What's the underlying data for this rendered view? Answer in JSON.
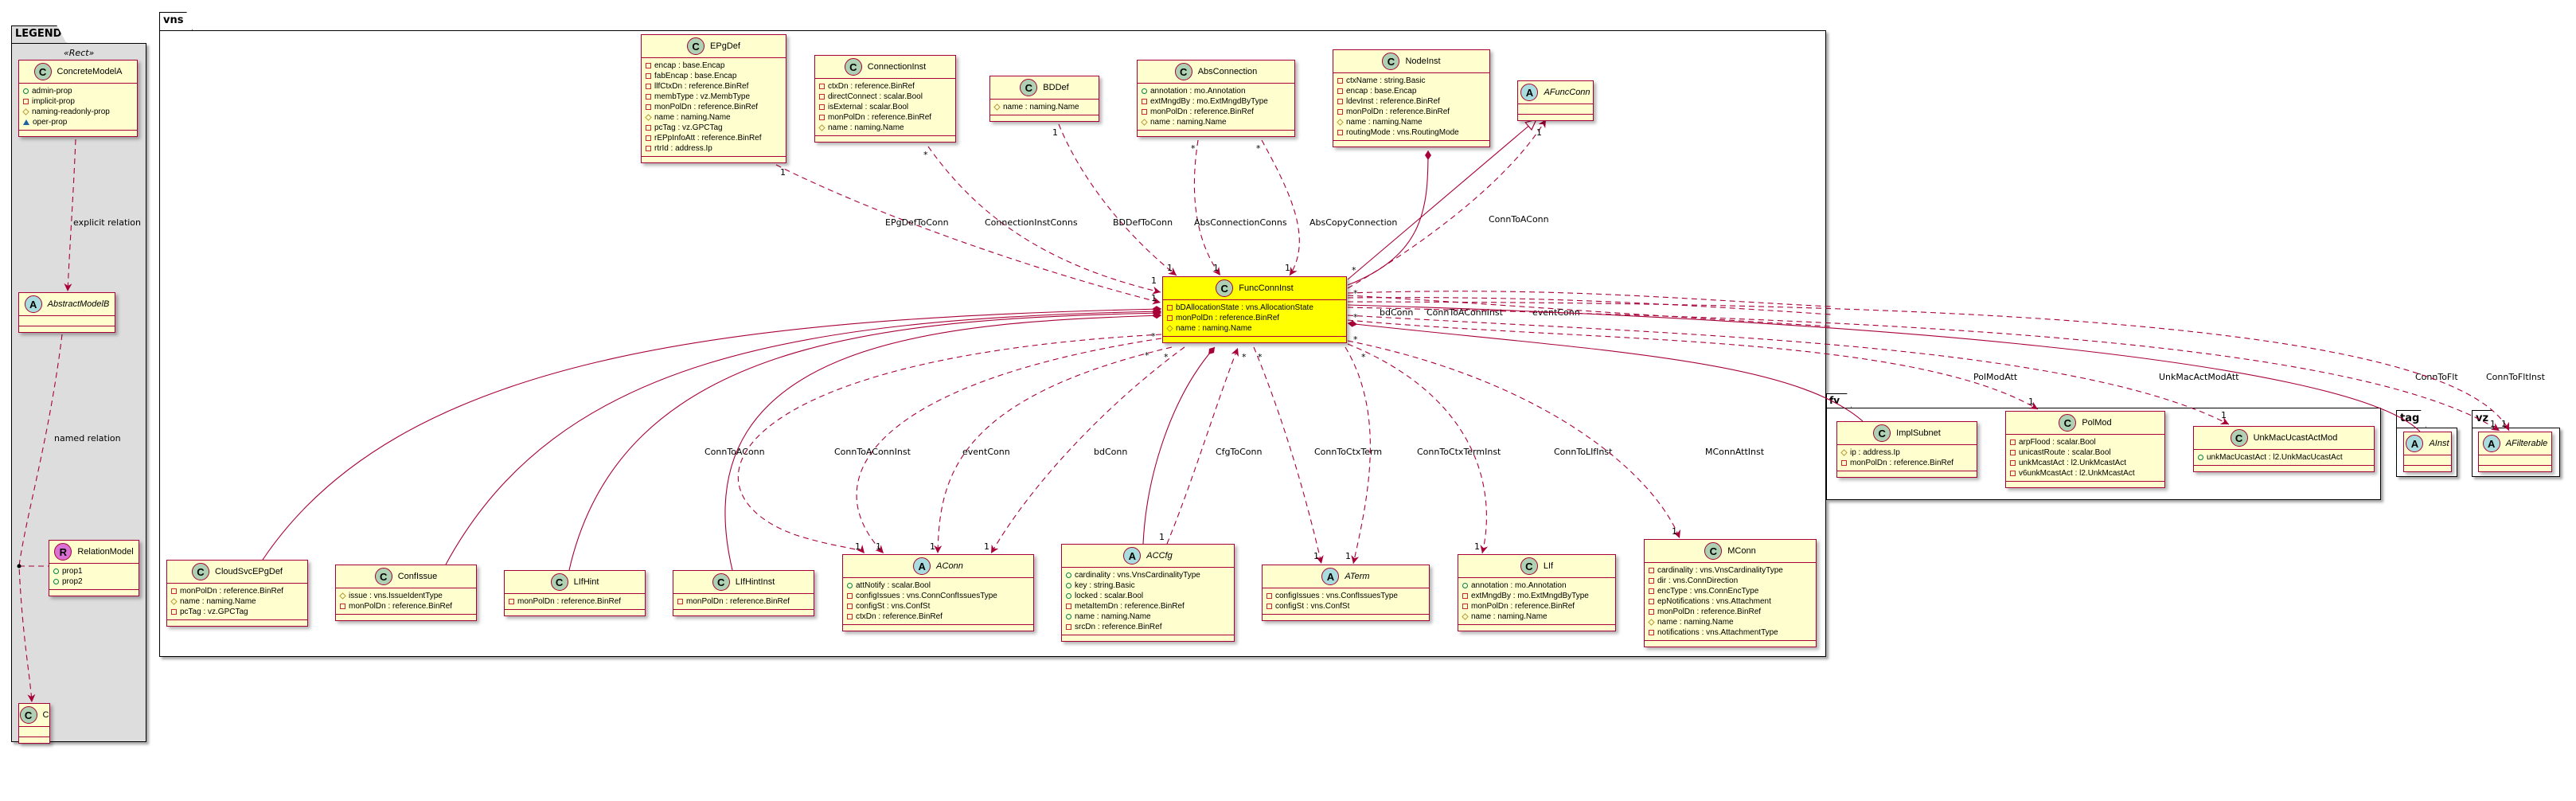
{
  "packages": {
    "legend": "LEGEND",
    "vns": "vns",
    "fv": "fv",
    "tag": "tag",
    "vz": "vz"
  },
  "legend": {
    "stereotype": "«Rect»"
  },
  "colors": {
    "class_fill": "#FEFECE",
    "class_border": "#A80036",
    "highlight_fill": "#FFFF00",
    "legend_bg": "#DDDDDD",
    "class_icon": "#ADD1B2",
    "abstract_icon": "#A9DCDF",
    "relation_icon": "#DA70D6"
  },
  "classes": [
    {
      "id": "ConcreteModelA",
      "name": "ConcreteModelA",
      "kind": "C",
      "attrs": [
        {
          "v": "public",
          "t": "admin-prop"
        },
        {
          "v": "private",
          "t": "implicit-prop"
        },
        {
          "v": "protected",
          "t": "naming-readonly-prop"
        },
        {
          "v": "package",
          "t": "oper-prop"
        }
      ]
    },
    {
      "id": "AbstractModelB",
      "name": "AbstractModelB",
      "kind": "A",
      "attrs": []
    },
    {
      "id": "RelationModel",
      "name": "RelationModel",
      "kind": "R",
      "attrs": [
        {
          "v": "public",
          "t": "prop1"
        },
        {
          "v": "public",
          "t": "prop2"
        }
      ]
    },
    {
      "id": "C",
      "name": "C",
      "kind": "C",
      "attrs": []
    },
    {
      "id": "EPgDef",
      "name": "EPgDef",
      "kind": "C",
      "attrs": [
        {
          "v": "private",
          "t": "encap : base.Encap"
        },
        {
          "v": "private",
          "t": "fabEncap : base.Encap"
        },
        {
          "v": "private",
          "t": "llfCtxDn : reference.BinRef"
        },
        {
          "v": "private",
          "t": "membType : vz.MembType"
        },
        {
          "v": "private",
          "t": "monPolDn : reference.BinRef"
        },
        {
          "v": "protected",
          "t": "name : naming.Name"
        },
        {
          "v": "private",
          "t": "pcTag : vz.GPCTag"
        },
        {
          "v": "private",
          "t": "rEPpInfoAtt : reference.BinRef"
        },
        {
          "v": "private",
          "t": "rtrId : address.Ip"
        }
      ]
    },
    {
      "id": "ConnectionInst",
      "name": "ConnectionInst",
      "kind": "C",
      "attrs": [
        {
          "v": "private",
          "t": "ctxDn : reference.BinRef"
        },
        {
          "v": "private",
          "t": "directConnect : scalar.Bool"
        },
        {
          "v": "private",
          "t": "isExternal : scalar.Bool"
        },
        {
          "v": "private",
          "t": "monPolDn : reference.BinRef"
        },
        {
          "v": "protected",
          "t": "name : naming.Name"
        }
      ]
    },
    {
      "id": "BDDef",
      "name": "BDDef",
      "kind": "C",
      "attrs": [
        {
          "v": "protected",
          "t": "name : naming.Name"
        }
      ]
    },
    {
      "id": "AbsConnection",
      "name": "AbsConnection",
      "kind": "C",
      "attrs": [
        {
          "v": "public",
          "t": "annotation : mo.Annotation"
        },
        {
          "v": "private",
          "t": "extMngdBy : mo.ExtMngdByType"
        },
        {
          "v": "private",
          "t": "monPolDn : reference.BinRef"
        },
        {
          "v": "protected",
          "t": "name : naming.Name"
        }
      ]
    },
    {
      "id": "NodeInst",
      "name": "NodeInst",
      "kind": "C",
      "attrs": [
        {
          "v": "private",
          "t": "ctxName : string.Basic"
        },
        {
          "v": "private",
          "t": "encap : base.Encap"
        },
        {
          "v": "private",
          "t": "ldevInst : reference.BinRef"
        },
        {
          "v": "private",
          "t": "monPolDn : reference.BinRef"
        },
        {
          "v": "protected",
          "t": "name : naming.Name"
        },
        {
          "v": "private",
          "t": "routingMode : vns.RoutingMode"
        }
      ]
    },
    {
      "id": "AFuncConn",
      "name": "AFuncConn",
      "kind": "A",
      "attrs": []
    },
    {
      "id": "FuncConnInst",
      "name": "FuncConnInst",
      "kind": "C",
      "highlight": true,
      "attrs": [
        {
          "v": "private",
          "t": "bDAllocationState : vns.AllocationState"
        },
        {
          "v": "private",
          "t": "monPolDn : reference.BinRef"
        },
        {
          "v": "protected",
          "t": "name : naming.Name"
        }
      ]
    },
    {
      "id": "CloudSvcEPgDef",
      "name": "CloudSvcEPgDef",
      "kind": "C",
      "attrs": [
        {
          "v": "private",
          "t": "monPolDn : reference.BinRef"
        },
        {
          "v": "protected",
          "t": "name : naming.Name"
        },
        {
          "v": "private",
          "t": "pcTag : vz.GPCTag"
        }
      ]
    },
    {
      "id": "ConfIssue",
      "name": "ConfIssue",
      "kind": "C",
      "attrs": [
        {
          "v": "protected",
          "t": "issue : vns.IssueIdentType"
        },
        {
          "v": "private",
          "t": "monPolDn : reference.BinRef"
        }
      ]
    },
    {
      "id": "LIfHint",
      "name": "LIfHint",
      "kind": "C",
      "attrs": [
        {
          "v": "private",
          "t": "monPolDn : reference.BinRef"
        }
      ]
    },
    {
      "id": "LIfHintInst",
      "name": "LIfHintInst",
      "kind": "C",
      "attrs": [
        {
          "v": "private",
          "t": "monPolDn : reference.BinRef"
        }
      ]
    },
    {
      "id": "AConn",
      "name": "AConn",
      "kind": "A",
      "attrs": [
        {
          "v": "public",
          "t": "attNotify : scalar.Bool"
        },
        {
          "v": "private",
          "t": "configIssues : vns.ConnConfIssuesType"
        },
        {
          "v": "private",
          "t": "configSt : vns.ConfSt"
        },
        {
          "v": "private",
          "t": "ctxDn : reference.BinRef"
        }
      ]
    },
    {
      "id": "ACCfg",
      "name": "ACCfg",
      "kind": "A",
      "attrs": [
        {
          "v": "public",
          "t": "cardinality : vns.VnsCardinalityType"
        },
        {
          "v": "public",
          "t": "key : string.Basic"
        },
        {
          "v": "public",
          "t": "locked : scalar.Bool"
        },
        {
          "v": "private",
          "t": "metaItemDn : reference.BinRef"
        },
        {
          "v": "public",
          "t": "name : naming.Name"
        },
        {
          "v": "private",
          "t": "srcDn : reference.BinRef"
        }
      ]
    },
    {
      "id": "ATerm",
      "name": "ATerm",
      "kind": "A",
      "attrs": [
        {
          "v": "private",
          "t": "configIssues : vns.ConfIssuesType"
        },
        {
          "v": "private",
          "t": "configSt : vns.ConfSt"
        }
      ]
    },
    {
      "id": "LIf",
      "name": "LIf",
      "kind": "C",
      "attrs": [
        {
          "v": "public",
          "t": "annotation : mo.Annotation"
        },
        {
          "v": "private",
          "t": "extMngdBy : mo.ExtMngdByType"
        },
        {
          "v": "private",
          "t": "monPolDn : reference.BinRef"
        },
        {
          "v": "protected",
          "t": "name : naming.Name"
        }
      ]
    },
    {
      "id": "MConn",
      "name": "MConn",
      "kind": "C",
      "attrs": [
        {
          "v": "private",
          "t": "cardinality : vns.VnsCardinalityType"
        },
        {
          "v": "private",
          "t": "dir : vns.ConnDirection"
        },
        {
          "v": "private",
          "t": "encType : vns.ConnEncType"
        },
        {
          "v": "private",
          "t": "epNotifications : vns.Attachment"
        },
        {
          "v": "private",
          "t": "monPolDn : reference.BinRef"
        },
        {
          "v": "protected",
          "t": "name : naming.Name"
        },
        {
          "v": "private",
          "t": "notifications : vns.AttachmentType"
        }
      ]
    },
    {
      "id": "ImplSubnet",
      "name": "ImplSubnet",
      "kind": "C",
      "attrs": [
        {
          "v": "protected",
          "t": "ip : address.Ip"
        },
        {
          "v": "private",
          "t": "monPolDn : reference.BinRef"
        }
      ]
    },
    {
      "id": "PolMod",
      "name": "PolMod",
      "kind": "C",
      "attrs": [
        {
          "v": "private",
          "t": "arpFlood : scalar.Bool"
        },
        {
          "v": "private",
          "t": "unicastRoute : scalar.Bool"
        },
        {
          "v": "private",
          "t": "unkMcastAct : l2.UnkMcastAct"
        },
        {
          "v": "private",
          "t": "v6unkMcastAct : l2.UnkMcastAct"
        }
      ]
    },
    {
      "id": "UnkMacUcastActMod",
      "name": "UnkMacUcastActMod",
      "kind": "C",
      "attrs": [
        {
          "v": "public",
          "t": "unkMacUcastAct : l2.UnkMacUcastAct"
        }
      ]
    },
    {
      "id": "AInst",
      "name": "AInst",
      "kind": "A",
      "attrs": []
    },
    {
      "id": "AFilterable",
      "name": "AFilterable",
      "kind": "A",
      "attrs": []
    }
  ],
  "relations": [
    {
      "label": "explicit relation",
      "src_mult": "",
      "dst_mult": ""
    },
    {
      "label": "named relation",
      "src_mult": "",
      "dst_mult": ""
    },
    {
      "label": "EPgDefToConn",
      "src_mult": "1",
      "dst_mult": "1"
    },
    {
      "label": "ConnectionInstConns",
      "src_mult": "*",
      "dst_mult": "1"
    },
    {
      "label": "BDDefToConn",
      "src_mult": "1",
      "dst_mult": "1"
    },
    {
      "label": "AbsConnectionConns",
      "src_mult": "*",
      "dst_mult": "1"
    },
    {
      "label": "AbsCopyConnection",
      "src_mult": "*",
      "dst_mult": "1"
    },
    {
      "label": "ConnToAConn",
      "src_mult": "*",
      "dst_mult": "1"
    },
    {
      "label": "bdConn",
      "src_mult": "*",
      "dst_mult": "1"
    },
    {
      "label": "ConnToAConnInst",
      "src_mult": "*",
      "dst_mult": "1"
    },
    {
      "label": "eventConn",
      "src_mult": "*",
      "dst_mult": "1"
    },
    {
      "label": "PolModAtt",
      "src_mult": "*",
      "dst_mult": "1"
    },
    {
      "label": "UnkMacActModAtt",
      "src_mult": "*",
      "dst_mult": "1"
    },
    {
      "label": "ConnToFlt",
      "src_mult": "*",
      "dst_mult": "1"
    },
    {
      "label": "ConnToFltInst",
      "src_mult": "*",
      "dst_mult": "1"
    },
    {
      "label": "ConnToAConn",
      "src_mult": "*",
      "dst_mult": "1"
    },
    {
      "label": "ConnToAConnInst",
      "src_mult": "*",
      "dst_mult": "1"
    },
    {
      "label": "eventConn",
      "src_mult": "*",
      "dst_mult": "1"
    },
    {
      "label": "bdConn",
      "src_mult": "*",
      "dst_mult": "1"
    },
    {
      "label": "CfgToConn",
      "src_mult": "1",
      "dst_mult": "*"
    },
    {
      "label": "ConnToCtxTerm",
      "src_mult": "*",
      "dst_mult": "1"
    },
    {
      "label": "ConnToCtxTermInst",
      "src_mult": "*",
      "dst_mult": "1"
    },
    {
      "label": "ConnToLIfInst",
      "src_mult": "*",
      "dst_mult": "1"
    },
    {
      "label": "MConnAttInst",
      "src_mult": "*",
      "dst_mult": "1"
    }
  ]
}
